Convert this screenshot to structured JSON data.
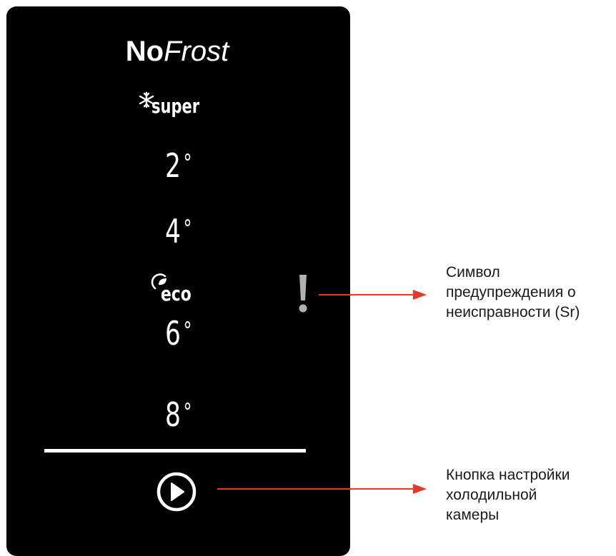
{
  "panel": {
    "brand": {
      "bold": "No",
      "italic": "Frost"
    },
    "super_label": "super",
    "temperatures": [
      "2",
      "4",
      "6",
      "8"
    ],
    "degree_symbol": "°",
    "eco_label": "eco",
    "icons": [
      "snowflake-icon",
      "eco-leaf-icon",
      "warning-exclamation-icon",
      "play-button-icon"
    ]
  },
  "callouts": {
    "warning": [
      "Символ",
      "предупреждения о",
      "неисправности (Sr)"
    ],
    "button": [
      "Кнопка настройки",
      "холодильной",
      "камеры"
    ]
  },
  "colors": {
    "panel": "#000000",
    "foreground": "#ffffff",
    "arrow": "#e23b2e",
    "warning": "#b0b0b0"
  }
}
